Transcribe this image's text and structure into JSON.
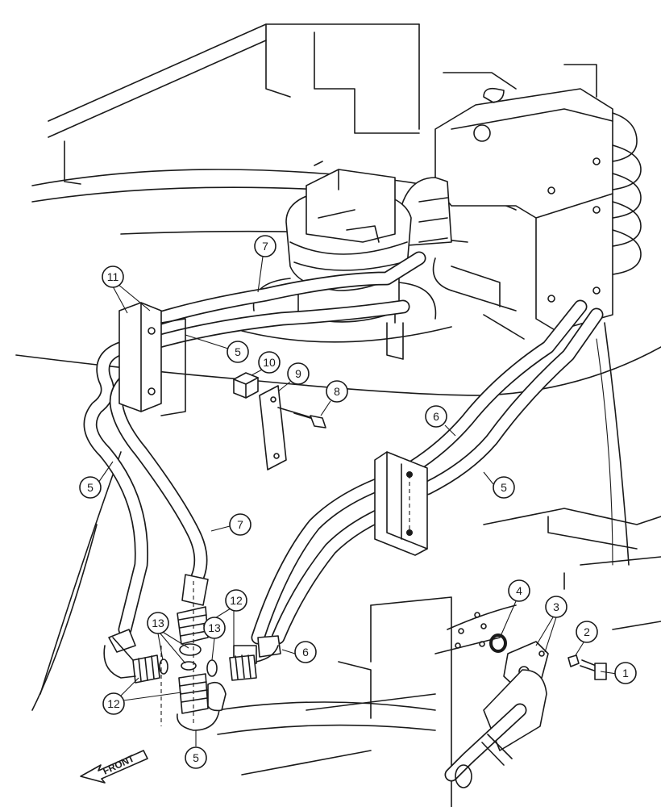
{
  "front_label": "FRONT",
  "callouts": [
    {
      "name": "callout-1",
      "label": "1"
    },
    {
      "name": "callout-2",
      "label": "2"
    },
    {
      "name": "callout-3",
      "label": "3"
    },
    {
      "name": "callout-4",
      "label": "4"
    },
    {
      "name": "callout-5-upper",
      "label": "5"
    },
    {
      "name": "callout-5-left",
      "label": "5"
    },
    {
      "name": "callout-5-right",
      "label": "5"
    },
    {
      "name": "callout-5-bottom",
      "label": "5"
    },
    {
      "name": "callout-6-upper",
      "label": "6"
    },
    {
      "name": "callout-6-lower",
      "label": "6"
    },
    {
      "name": "callout-7-upper",
      "label": "7"
    },
    {
      "name": "callout-7-lower",
      "label": "7"
    },
    {
      "name": "callout-8",
      "label": "8"
    },
    {
      "name": "callout-9",
      "label": "9"
    },
    {
      "name": "callout-10",
      "label": "10"
    },
    {
      "name": "callout-11",
      "label": "11"
    },
    {
      "name": "callout-12-upper",
      "label": "12"
    },
    {
      "name": "callout-12-lower",
      "label": "12"
    },
    {
      "name": "callout-13-left",
      "label": "13"
    },
    {
      "name": "callout-13-right",
      "label": "13"
    }
  ]
}
